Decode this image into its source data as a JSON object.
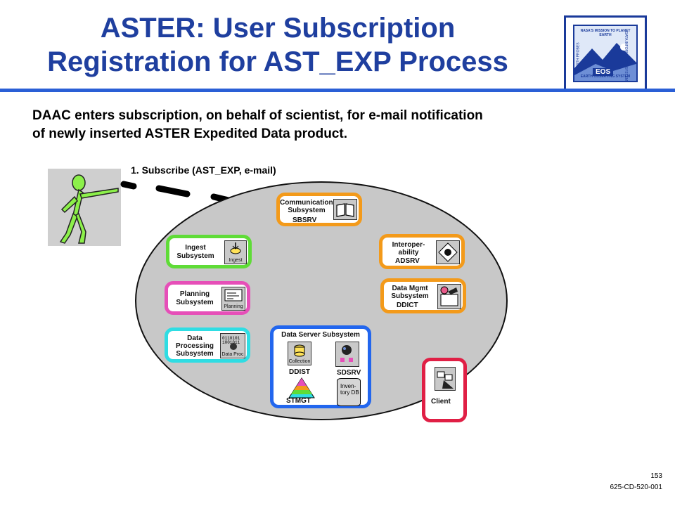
{
  "title": {
    "line1": "ASTER:  User Subscription",
    "line2": "Registration for AST_EXP Process"
  },
  "logo": {
    "top_text": "NASA'S MISSION TO PLANET EARTH",
    "eos": "EOS",
    "bottom_text": "EARTH OBSERVING SYSTEM",
    "left_text": "EARTH PROBES",
    "right_text": "DATA INFORMATION SYSTEM"
  },
  "description": {
    "line1": "DAAC enters subscription, on behalf of scientist, for e-mail notification",
    "line2": "of newly inserted ASTER Expedited Data product."
  },
  "step": "1. Subscribe (AST_EXP, e-mail)",
  "subsystems": {
    "communications": {
      "label1": "Communications",
      "label2": "Subsystem",
      "name": "SBSRV",
      "color": "#f39a1a"
    },
    "ingest": {
      "label1": "Ingest",
      "label2": "Subsystem",
      "icon_caption": "Ingest",
      "color": "#5fdc37"
    },
    "planning": {
      "label1": "Planning",
      "label2": "Subsystem",
      "icon_caption": "Planning",
      "color": "#e64fb8"
    },
    "data_processing": {
      "label1": "Data",
      "label2": "Processing",
      "label3": "Subsystem",
      "icon_caption": "Data Proc",
      "color": "#2fdde3"
    },
    "interoperability": {
      "label1": "Interoper-",
      "label2": "ability",
      "name": "ADSRV",
      "color": "#f39a1a"
    },
    "data_mgmt": {
      "label1": "Data Mgmt",
      "label2": "Subsystem",
      "name": "DDICT",
      "color": "#f39a1a"
    },
    "data_server": {
      "label": "Data Server Subsystem",
      "collection_caption": "Collection",
      "ddist": "DDIST",
      "sdsrv": "SDSRV",
      "stmgt": "STMGT",
      "inventory": "Inven- tory DB",
      "color": "#2266ee"
    },
    "client": {
      "label": "Client",
      "color": "#e01f45"
    }
  },
  "footer": {
    "page": "153",
    "doc": "625-CD-520-001"
  }
}
